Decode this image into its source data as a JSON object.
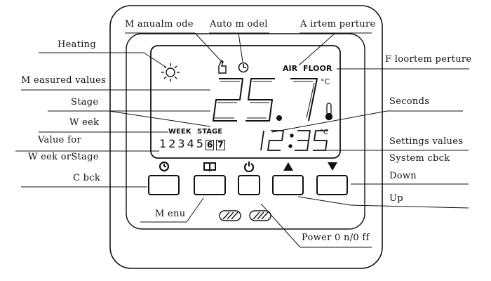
{
  "labels": {
    "manual_mode": "M anualm ode",
    "auto_mode": "Auto m odel",
    "air_temperature": "A irtem perture",
    "floor_temperature": "F loortem perture",
    "heating": "Heating",
    "measured_values": "M easured values",
    "stage": "Stage",
    "week": "W eek",
    "value_for_line1": "Value for",
    "value_for_line2": "W eek orStage",
    "clock": "C bck",
    "menu": "M enu",
    "seconds": "Seconds",
    "settings_values": "Settings values",
    "system_clock": "System cbck",
    "down": "Down",
    "up": "Up",
    "power": "Power 0 n/0 ff"
  },
  "lcd": {
    "air": "AIR",
    "floor": "FLOOR",
    "temperature": "25.7",
    "temp_unit": "°C",
    "time": "12:35",
    "time_unit": "°C",
    "week_label": "WEEK",
    "stage_label": "STAGE",
    "days": [
      "1",
      "2",
      "3",
      "4",
      "5"
    ],
    "boxed_days": [
      "6",
      "7"
    ]
  },
  "icons": {
    "heating": "sun-icon",
    "manual": "hand-icon",
    "auto": "clock-icon",
    "thermometer": "thermometer-icon"
  },
  "buttons": [
    {
      "name": "clock-button",
      "icon": "clock-icon"
    },
    {
      "name": "menu-button",
      "icon": "book-icon"
    },
    {
      "name": "power-button",
      "icon": "power-icon"
    },
    {
      "name": "up-button",
      "icon": "up-arrow-icon"
    },
    {
      "name": "down-button",
      "icon": "down-arrow-icon"
    }
  ]
}
